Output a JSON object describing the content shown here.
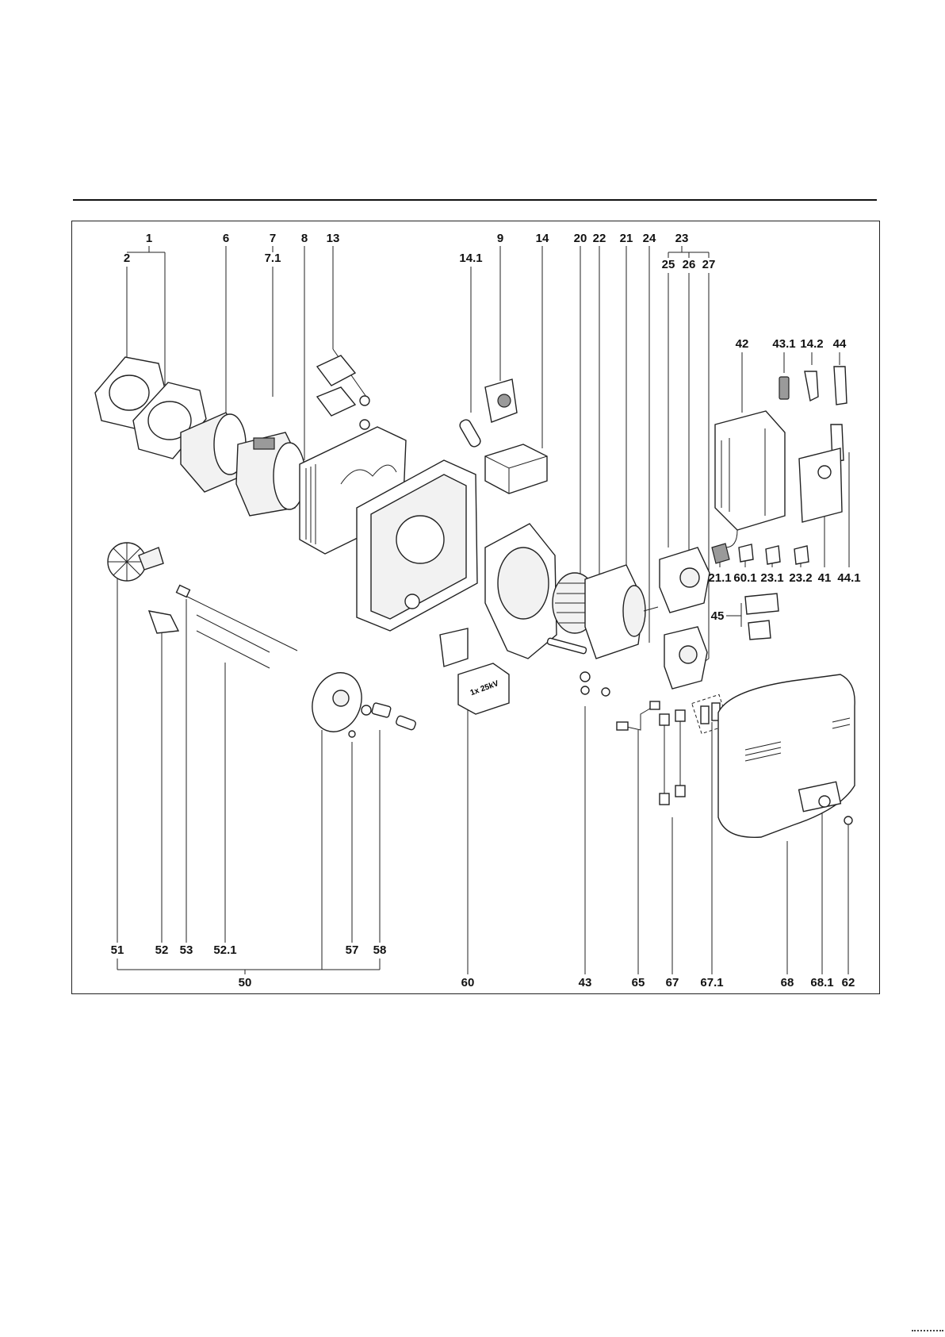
{
  "callouts": [
    {
      "id": "c1",
      "label": "1"
    },
    {
      "id": "c2",
      "label": "2"
    },
    {
      "id": "c6",
      "label": "6"
    },
    {
      "id": "c7",
      "label": "7"
    },
    {
      "id": "c7-1",
      "label": "7.1"
    },
    {
      "id": "c8",
      "label": "8"
    },
    {
      "id": "c13",
      "label": "13"
    },
    {
      "id": "c14-1",
      "label": "14.1"
    },
    {
      "id": "c9",
      "label": "9"
    },
    {
      "id": "c14",
      "label": "14"
    },
    {
      "id": "c20",
      "label": "20"
    },
    {
      "id": "c22",
      "label": "22"
    },
    {
      "id": "c21",
      "label": "21"
    },
    {
      "id": "c24",
      "label": "24"
    },
    {
      "id": "c23",
      "label": "23"
    },
    {
      "id": "c25",
      "label": "25"
    },
    {
      "id": "c26",
      "label": "26"
    },
    {
      "id": "c27",
      "label": "27"
    },
    {
      "id": "c42",
      "label": "42"
    },
    {
      "id": "c43-1",
      "label": "43.1"
    },
    {
      "id": "c14-2",
      "label": "14.2"
    },
    {
      "id": "c44",
      "label": "44"
    },
    {
      "id": "c21-1",
      "label": "21.1"
    },
    {
      "id": "c60-1",
      "label": "60.1"
    },
    {
      "id": "c23-1",
      "label": "23.1"
    },
    {
      "id": "c23-2",
      "label": "23.2"
    },
    {
      "id": "c41",
      "label": "41"
    },
    {
      "id": "c44-1",
      "label": "44.1"
    },
    {
      "id": "c45",
      "label": "45"
    },
    {
      "id": "c51",
      "label": "51"
    },
    {
      "id": "c52",
      "label": "52"
    },
    {
      "id": "c53",
      "label": "53"
    },
    {
      "id": "c52-1",
      "label": "52.1"
    },
    {
      "id": "c57",
      "label": "57"
    },
    {
      "id": "c58",
      "label": "58"
    },
    {
      "id": "c50",
      "label": "50"
    },
    {
      "id": "c60",
      "label": "60"
    },
    {
      "id": "c43",
      "label": "43"
    },
    {
      "id": "c65",
      "label": "65"
    },
    {
      "id": "c67",
      "label": "67"
    },
    {
      "id": "c67-1",
      "label": "67.1"
    },
    {
      "id": "c68",
      "label": "68"
    },
    {
      "id": "c68-1",
      "label": "68.1"
    },
    {
      "id": "c62",
      "label": "62"
    }
  ],
  "transformer_marking": "1x 25kV"
}
